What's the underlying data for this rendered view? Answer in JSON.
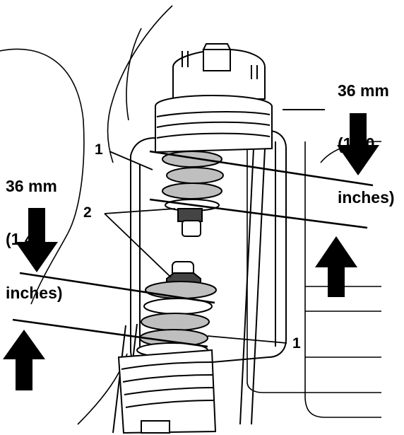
{
  "figure": {
    "measurement_top_right": {
      "value_mm": "36 mm",
      "value_in": "(1.40",
      "value_in_unit": "inches)"
    },
    "measurement_left": {
      "value_mm": "36 mm",
      "value_in": "(1.40",
      "value_in_unit": "inches)"
    },
    "callouts": {
      "upper_spring_callout": "1",
      "lower_spring_callout": "1",
      "nut_callout": "2"
    },
    "colors": {
      "line": "#000000",
      "spring_fill": "#bfbfbf",
      "nut_fill": "#444444",
      "background": "#ffffff"
    }
  }
}
